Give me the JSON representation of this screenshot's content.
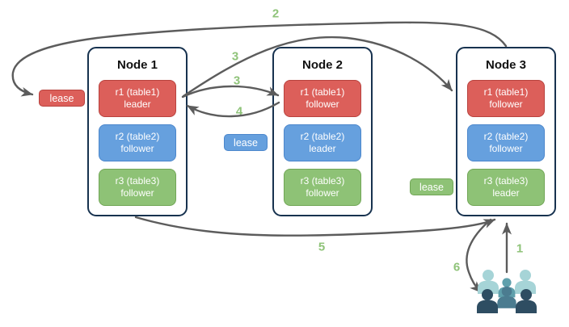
{
  "nodes": [
    {
      "title": "Node 1",
      "replicas": [
        {
          "name": "r1 (table1)",
          "role": "leader"
        },
        {
          "name": "r2 (table2)",
          "role": "follower"
        },
        {
          "name": "r3 (table3)",
          "role": "follower"
        }
      ]
    },
    {
      "title": "Node 2",
      "replicas": [
        {
          "name": "r1 (table1)",
          "role": "follower"
        },
        {
          "name": "r2 (table2)",
          "role": "leader"
        },
        {
          "name": "r3 (table3)",
          "role": "follower"
        }
      ]
    },
    {
      "title": "Node 3",
      "replicas": [
        {
          "name": "r1 (table1)",
          "role": "follower"
        },
        {
          "name": "r2 (table2)",
          "role": "follower"
        },
        {
          "name": "r3 (table3)",
          "role": "leader"
        }
      ]
    }
  ],
  "leases": {
    "red": "lease",
    "blue": "lease",
    "green": "lease"
  },
  "steps": {
    "s1": "1",
    "s2": "2",
    "s3a": "3",
    "s3b": "3",
    "s4": "4",
    "s5": "5",
    "s6": "6"
  },
  "colors": {
    "replica_red_fill": "#dc5f5a",
    "replica_red_border": "#b8423e",
    "replica_blue_fill": "#66a0de",
    "replica_blue_border": "#4c87cc",
    "replica_green_fill": "#8ec276",
    "replica_green_border": "#71a656",
    "node_border": "#17324f",
    "arrow": "#5c5c5c",
    "step_number": "#8fc379",
    "users_light_teal": "#a6d4d7",
    "users_medium_teal": "#5fa0ac",
    "users_slate": "#4b7c90",
    "users_dark_navy": "#2e4d62"
  }
}
